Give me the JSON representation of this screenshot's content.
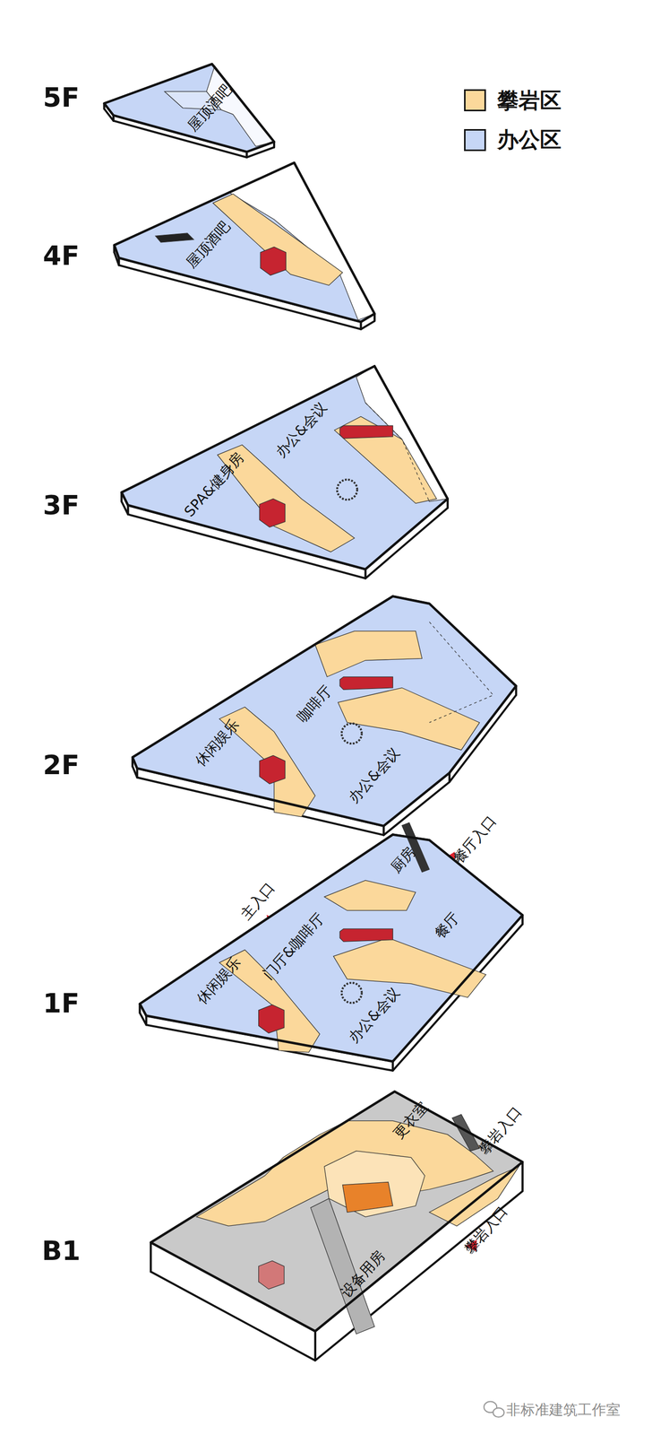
{
  "diagram": {
    "nodes": [
      {
        "text": [
          "5F",
          "屋顶酒吧"
        ]
      },
      {
        "text": [
          "4F",
          "屋顶酒吧"
        ]
      },
      {
        "text": [
          "3F",
          "办公&会议",
          "SPA&健身房"
        ]
      },
      {
        "text": [
          "2F",
          "休闲娱乐",
          "咖啡厅",
          "办公&会议"
        ]
      },
      {
        "text": [
          "1F",
          "厨房",
          "餐厅",
          "门厅&咖啡厅",
          "休闲娱乐",
          "办公&会议"
        ]
      },
      {
        "text": [
          "B1",
          "更衣室",
          "设备用房"
        ]
      }
    ],
    "labels": [
      "主入口",
      "餐厅入口",
      "攀岩入口",
      "攀岩入口",
      "非标准建筑工作室"
    ],
    "legend": [
      {
        "text": "攀岩区",
        "color": "#fbd89b"
      },
      {
        "text": "办公区",
        "color": "#c6d6f6"
      }
    ]
  }
}
